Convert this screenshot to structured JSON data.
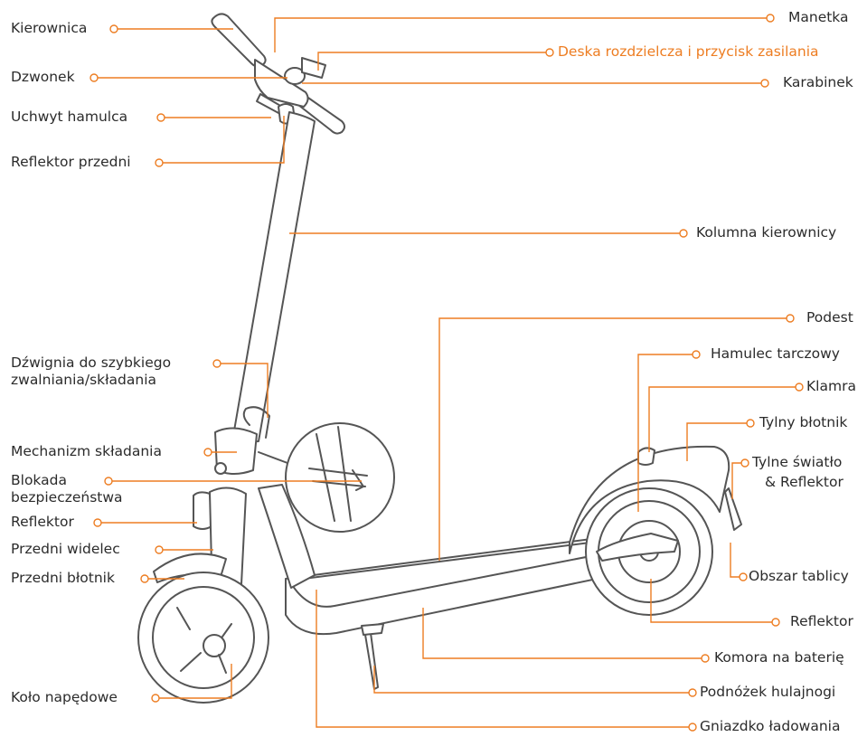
{
  "colors": {
    "leader": "#ed7d22",
    "outline": "#555555",
    "text": "#2b2b2b",
    "highlight": "#ed7d22"
  },
  "labels_left": [
    {
      "id": "kierownica",
      "text": "Kierownica"
    },
    {
      "id": "dzwonek",
      "text": "Dzwonek"
    },
    {
      "id": "uchwyt",
      "text": "Uchwyt hamulca"
    },
    {
      "id": "reflektor_przedni",
      "text": "Reflektor przedni"
    },
    {
      "id": "dzwignia",
      "text": "Dźwignia do szybkiego",
      "text2": "zwalniania/składania"
    },
    {
      "id": "mechanizm",
      "text": "Mechanizm składania"
    },
    {
      "id": "blokada",
      "text": "Blokada",
      "text2": "bezpieczeństwa"
    },
    {
      "id": "reflektor_l",
      "text": "Reflektor"
    },
    {
      "id": "widelec",
      "text": "Przedni widelec"
    },
    {
      "id": "blotnik_p",
      "text": "Przedni błotnik"
    },
    {
      "id": "kolo",
      "text": "Koło napędowe"
    }
  ],
  "labels_right": [
    {
      "id": "manetka",
      "text": "Manetka"
    },
    {
      "id": "deska",
      "text": "Deska rozdzielcza i przycisk zasilania",
      "highlight": true
    },
    {
      "id": "karabinek",
      "text": "Karabinek"
    },
    {
      "id": "kolumna",
      "text": "Kolumna kierownicy"
    },
    {
      "id": "podest",
      "text": "Podest"
    },
    {
      "id": "hamulec",
      "text": "Hamulec tarczowy"
    },
    {
      "id": "klamra",
      "text": "Klamra"
    },
    {
      "id": "tylny_blotnik",
      "text": "Tylny błotnik"
    },
    {
      "id": "tylne_swiatlo",
      "text": "Tylne światło",
      "text2": "& Reflektor"
    },
    {
      "id": "tablica",
      "text": "Obszar tablicy"
    },
    {
      "id": "reflektor_r",
      "text": "Reflektor"
    },
    {
      "id": "komora",
      "text": "Komora na baterię"
    },
    {
      "id": "podnozek",
      "text": "Podnóżek hulajnogi"
    },
    {
      "id": "gniazdko",
      "text": "Gniazdko ładowania"
    }
  ]
}
